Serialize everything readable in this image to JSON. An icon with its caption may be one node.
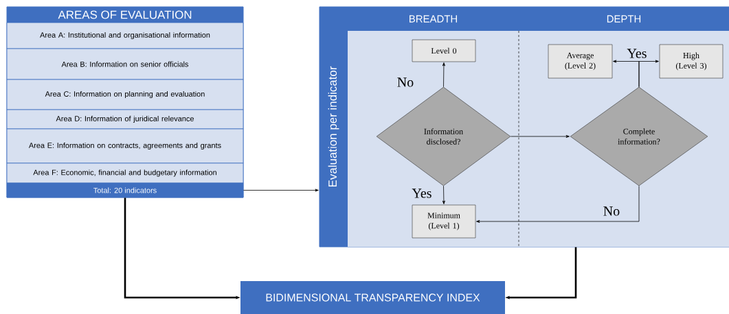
{
  "diagram": {
    "nodes": [
      {
        "text": [
          "AREAS OF EVALUATION"
        ]
      },
      {
        "text": [
          "Area A: Institutional and organisational information"
        ],
        "in": 0
      },
      {
        "text": [
          "Area B: Information on senior officials"
        ],
        "in": 0
      },
      {
        "text": [
          "Area C: Information on planning and evaluation"
        ],
        "in": 0
      },
      {
        "text": [
          "Area D: Information of juridical relevance"
        ],
        "in": 0
      },
      {
        "text": [
          "Area E: Information on contracts, agreements and grants"
        ],
        "in": 0
      },
      {
        "text": [
          "Area F: Economic, financial and budgetary information"
        ],
        "in": 0
      },
      {
        "text": [
          "Total: 20 indicators"
        ],
        "in": 0
      },
      {
        "text": [
          "Evaluation per indicator"
        ]
      },
      {
        "text": [
          "BREADTH"
        ],
        "in": 8
      },
      {
        "text": [
          "DEPTH"
        ],
        "in": 8
      },
      {
        "text": [
          "Level 0"
        ],
        "in": 9
      },
      {
        "text": [
          "Information disclosed?"
        ],
        "in": 9
      },
      {
        "text": [
          "Minimum (Level 1)"
        ],
        "in": 9
      },
      {
        "text": [
          "Average (Level 2)"
        ],
        "in": 10
      },
      {
        "text": [
          "High (Level 3)"
        ],
        "in": 10
      },
      {
        "text": [
          "Complete information?"
        ],
        "in": 10
      },
      {
        "text": [
          "BIDIMENSIONAL TRANSPARENCY INDEX"
        ]
      }
    ],
    "edges": [
      {
        "from": 7,
        "to": 8,
        "arrow": "to"
      },
      {
        "from": 12,
        "to": 11,
        "arrow": "to",
        "label": "No"
      },
      {
        "from": 12,
        "to": 13,
        "arrow": "to",
        "label": "Yes"
      },
      {
        "from": 12,
        "to": 16,
        "arrow": "to"
      },
      {
        "from": 16,
        "to": 14,
        "arrow": "to",
        "label": "Yes"
      },
      {
        "from": 16,
        "to": 15,
        "arrow": "to"
      },
      {
        "from": 16,
        "to": 13,
        "arrow": "to",
        "label": "No"
      },
      {
        "from": 7,
        "to": 17,
        "arrow": "to",
        "style": "thick"
      },
      {
        "from": 8,
        "to": 17,
        "arrow": "to",
        "style": "thick"
      }
    ]
  }
}
